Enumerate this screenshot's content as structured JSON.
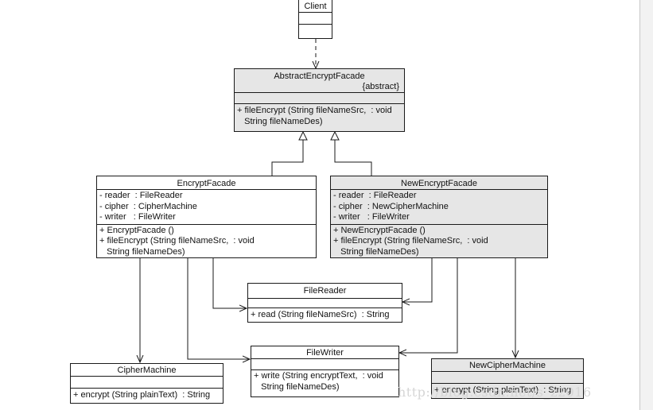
{
  "classes": {
    "client": {
      "name": "Client"
    },
    "abstract_facade": {
      "name": "AbstractEncryptFacade",
      "stereotype": "{abstract}",
      "op1_line1": "+ fileEncrypt (String fileNameSrc,  : void",
      "op1_line2": "   String fileNameDes)"
    },
    "encrypt_facade": {
      "name": "EncryptFacade",
      "attrs": [
        "- reader  : FileReader",
        "- cipher  : CipherMachine",
        "- writer   : FileWriter"
      ],
      "ops": [
        "+ EncryptFacade ()",
        "+ fileEncrypt (String fileNameSrc,  : void",
        "   String fileNameDes)"
      ]
    },
    "new_encrypt_facade": {
      "name": "NewEncryptFacade",
      "attrs": [
        "- reader  : FileReader",
        "- cipher  : NewCipherMachine",
        "- writer   : FileWriter"
      ],
      "ops": [
        "+ NewEncryptFacade ()",
        "+ fileEncrypt (String fileNameSrc,  : void",
        "   String fileNameDes)"
      ]
    },
    "file_reader": {
      "name": "FileReader",
      "ops": [
        "+ read (String fileNameSrc)  : String"
      ]
    },
    "file_writer": {
      "name": "FileWriter",
      "ops": [
        "+ write (String encryptText,  : void",
        "   String fileNameDes)"
      ]
    },
    "cipher_machine": {
      "name": "CipherMachine",
      "ops": [
        "+ encrypt (String plainText)  : String"
      ]
    },
    "new_cipher_machine": {
      "name": "NewCipherMachine",
      "ops": [
        "+ encrypt (String plainText)  : String"
      ]
    }
  },
  "watermark": "http://blog.csdn.net/s_z2016",
  "colors": {
    "line": "#1a1a1a",
    "shade": "#e6e6e6"
  }
}
